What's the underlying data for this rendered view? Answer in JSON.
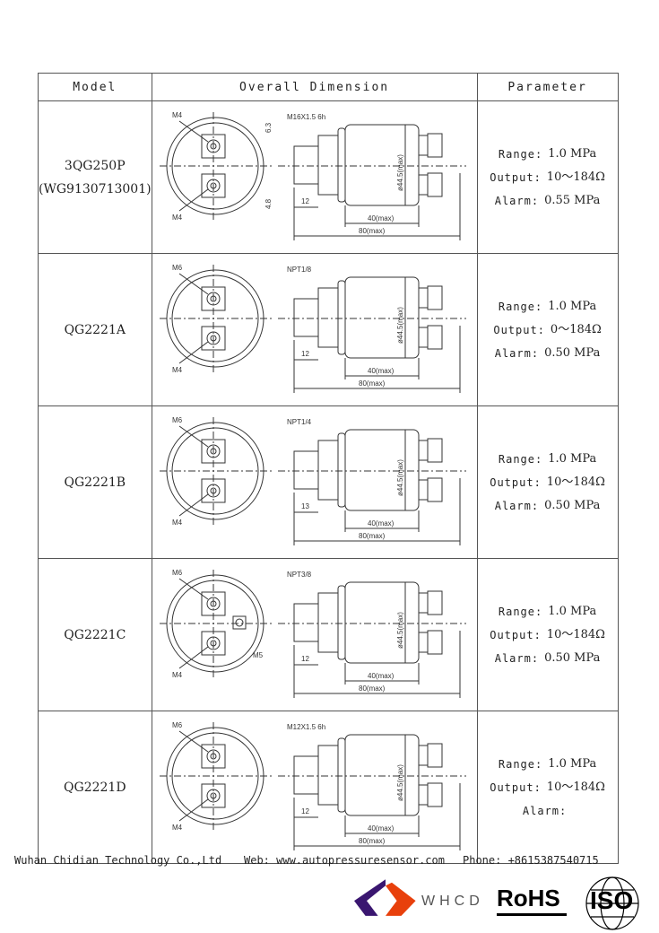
{
  "headers": {
    "model": "Model",
    "dimension": "Overall Dimension",
    "parameter": "Parameter"
  },
  "param_keys": {
    "range": "Range:",
    "output": "Output:",
    "alarm": "Alarm:"
  },
  "rows": [
    {
      "model": "3QG250P",
      "model2": "(WG9130713001)",
      "range": "1.0 MPa",
      "output": "10～184Ω",
      "alarm": "0.55 MPa",
      "labels": {
        "top": "M4",
        "bottom": "M4",
        "thread": "M16X1.5 6h",
        "len": "12",
        "l40": "40(max)",
        "l80": "80(max)",
        "dia": "ø44.5(max)",
        "d1": "6.3",
        "d2": "4.8"
      }
    },
    {
      "model": "QG2221A",
      "range": "1.0 MPa",
      "output": "0～184Ω",
      "alarm": "0.50 MPa",
      "labels": {
        "top": "M6",
        "bottom": "M4",
        "thread": "NPT1/8",
        "len": "12",
        "l40": "40(max)",
        "l80": "80(max)",
        "dia": "ø44.5(max)"
      }
    },
    {
      "model": "QG2221B",
      "range": "1.0 MPa",
      "output": "10～184Ω",
      "alarm": "0.50 MPa",
      "labels": {
        "top": "M6",
        "bottom": "M4",
        "thread": "NPT1/4",
        "len": "13",
        "l40": "40(max)",
        "l80": "80(max)",
        "dia": "ø44.5(max)"
      }
    },
    {
      "model": "QG2221C",
      "range": "1.0 MPa",
      "output": "10～184Ω",
      "alarm": "0.50 MPa",
      "labels": {
        "top": "M6",
        "bottom": "M4",
        "mid": "M5",
        "thread": "NPT3/8",
        "len": "12",
        "l40": "40(max)",
        "l80": "80(max)",
        "dia": "ø44.5(max)"
      }
    },
    {
      "model": "QG2221D",
      "range": "1.0 MPa",
      "output": "10～184Ω",
      "alarm": "",
      "labels": {
        "top": "M6",
        "bottom": "M4",
        "thread": "M12X1.5 6h",
        "len": "12",
        "l40": "40(max)",
        "l80": "80(max)",
        "dia": "ø44.5(max)"
      }
    }
  ],
  "footer": {
    "company": "Wuhan Chidian Technology Co.,Ltd",
    "web": "Web: www.autopressuresensor.com",
    "phone": "Phone: +8615387540715"
  },
  "logos": {
    "rohs": "RoHS",
    "iso": "ISO",
    "whcd": "WHCD"
  },
  "colors": {
    "whcd_purple": "#3a1670",
    "whcd_orange": "#e8400c"
  }
}
